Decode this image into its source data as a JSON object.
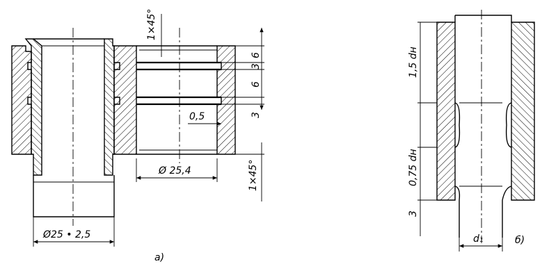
{
  "figure_a": {
    "caption": "а)",
    "dims": {
      "top_chamfer": "1×45°",
      "d_sleeve": "Ø25 • 2,5",
      "d_bore": "Ø 25,4",
      "gap": "0,5",
      "bottom_chamfer": "1×45°",
      "h1": "6",
      "h2": "3",
      "h3": "6",
      "h4": "3"
    }
  },
  "figure_b": {
    "caption": "б)",
    "dims": {
      "upper": "1,5 dн",
      "middle": "0,75 dн",
      "bottom": "3",
      "width": "d₁"
    }
  }
}
